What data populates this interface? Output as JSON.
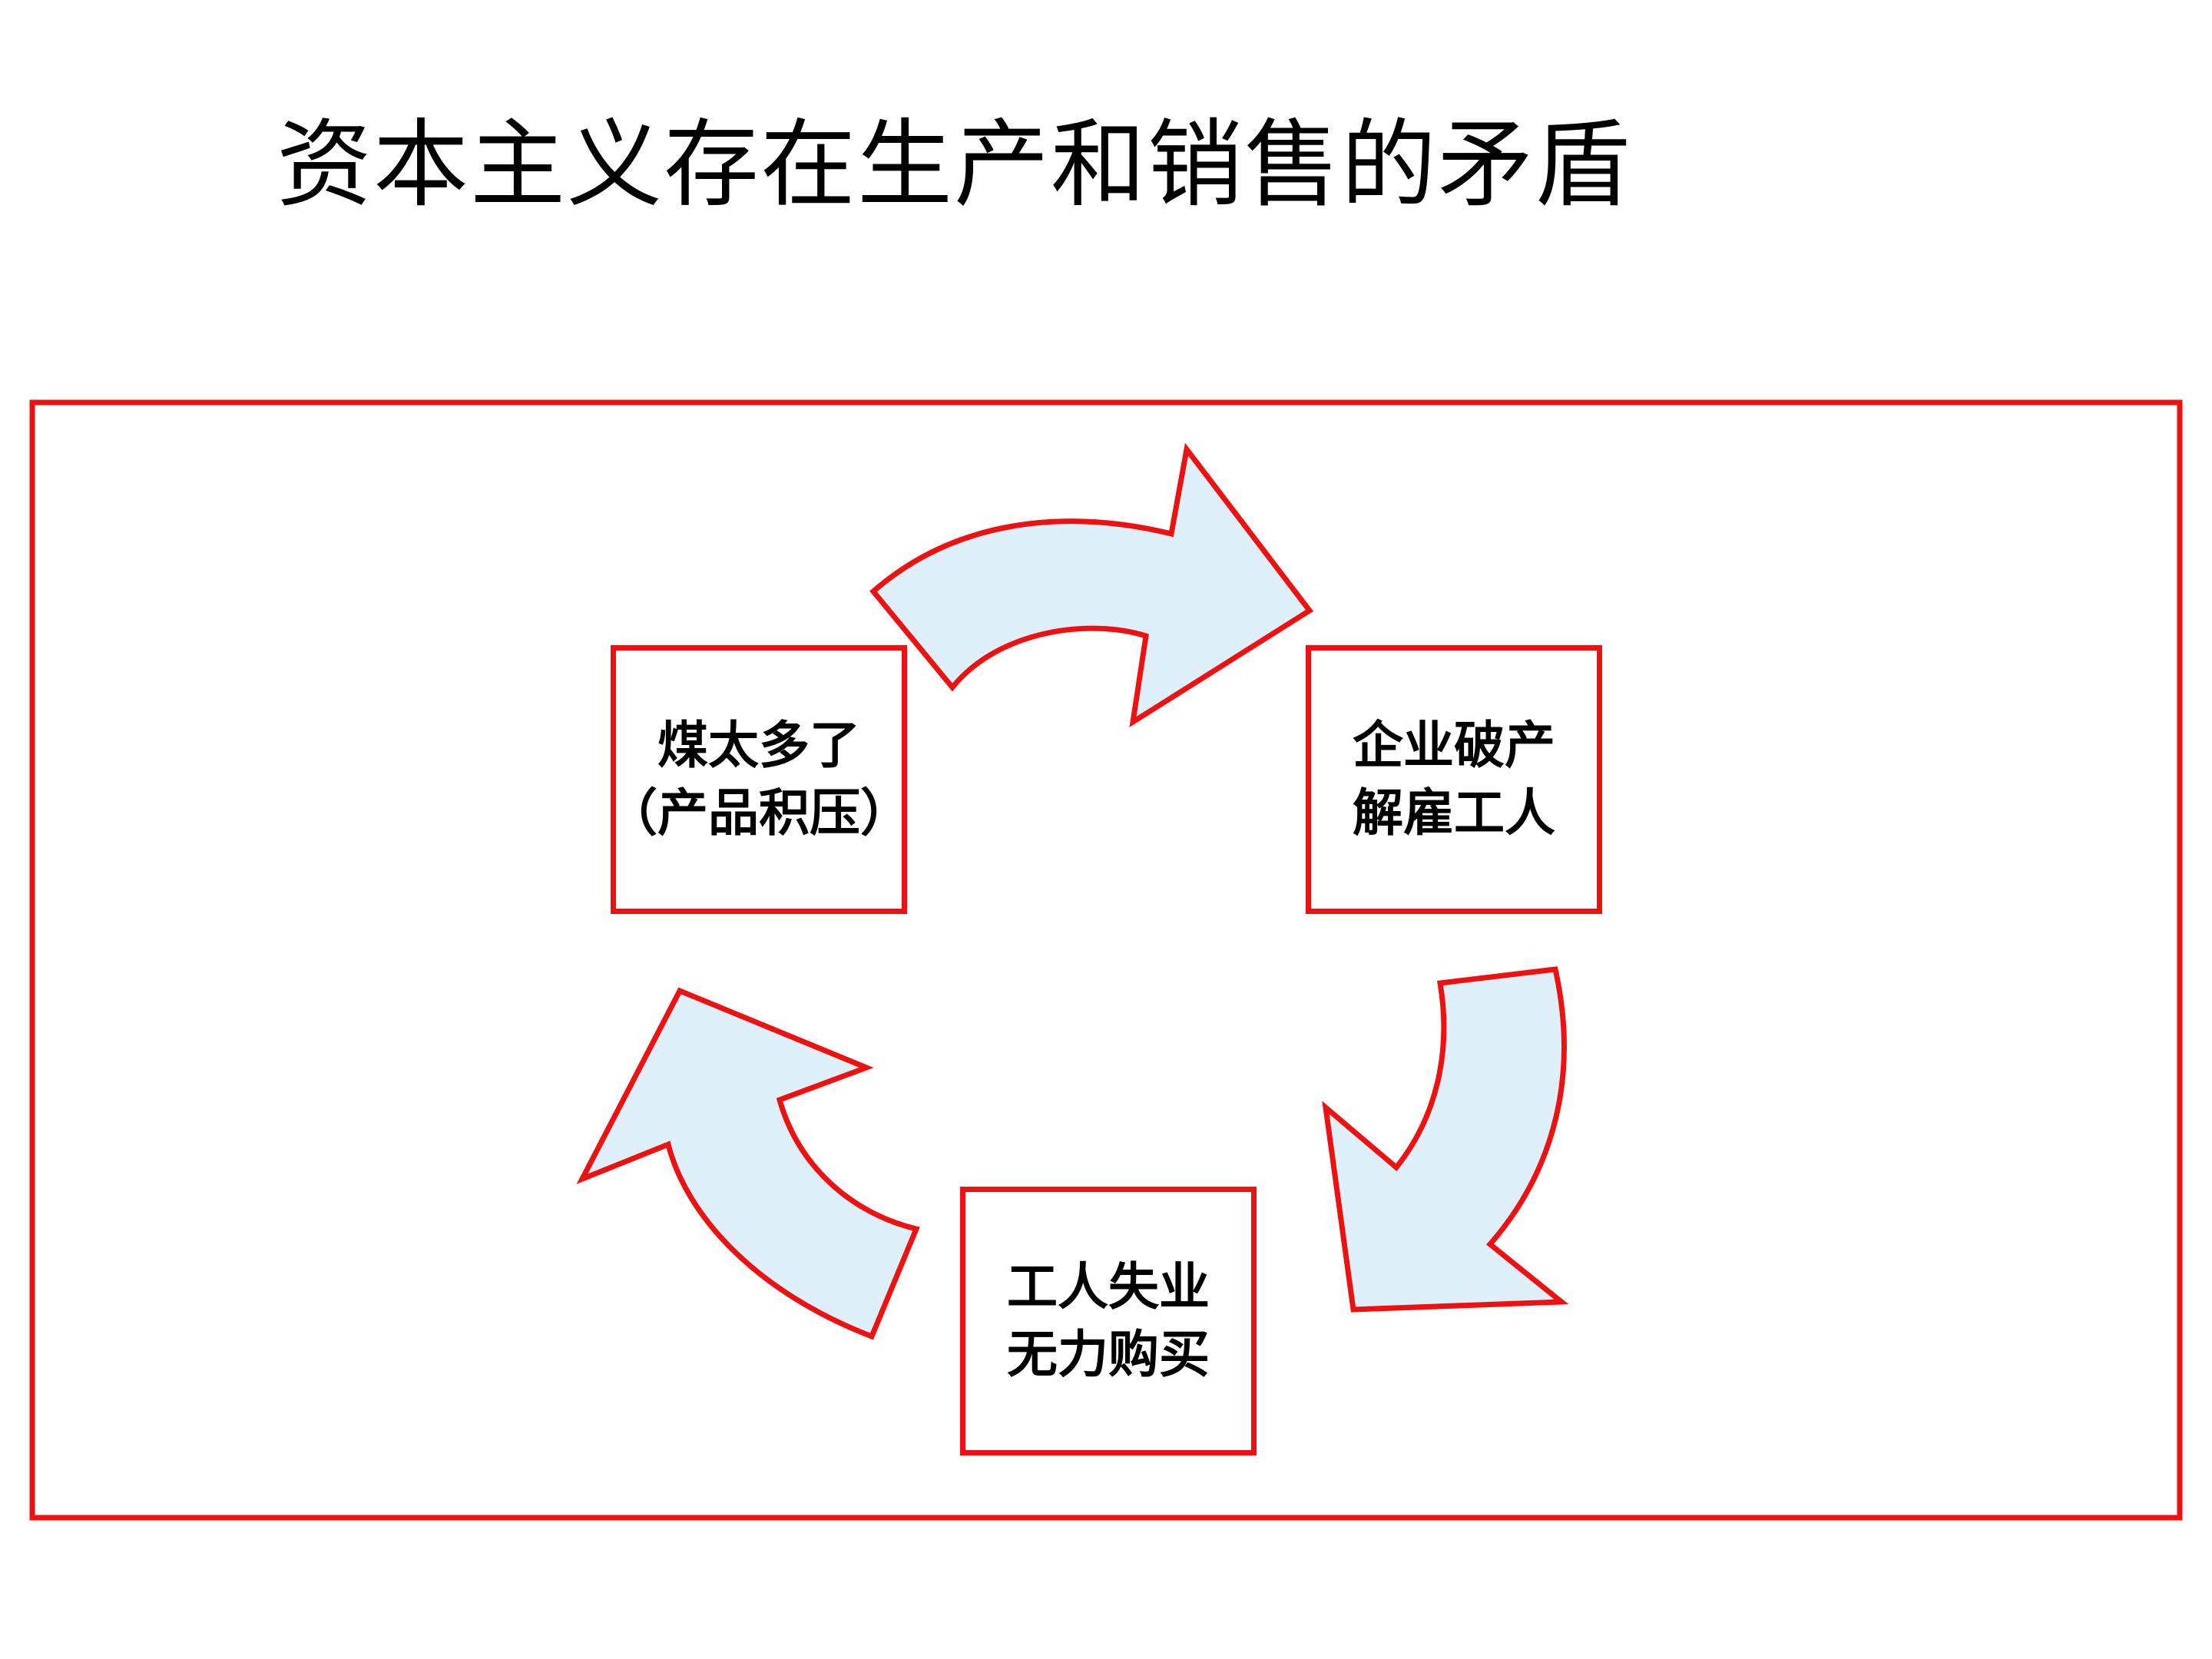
{
  "slide": {
    "title": "资本主义存在生产和销售的矛盾"
  },
  "colors": {
    "frame_border": "#ee1111",
    "box_border": "#ee1111",
    "arrow_fill": "#dff0fa",
    "arrow_stroke": "#ee1111",
    "text": "#000000",
    "background": "#ffffff"
  },
  "cycle": {
    "nodes": [
      {
        "id": "coal",
        "lines": [
          "煤太多了",
          "（产品积压）"
        ]
      },
      {
        "id": "bankrupt",
        "lines": [
          "企业破产",
          "解雇工人"
        ]
      },
      {
        "id": "unemployed",
        "lines": [
          "工人失业",
          "无力购买"
        ]
      }
    ],
    "arrows": [
      {
        "from": "coal",
        "to": "bankrupt",
        "direction": "clockwise"
      },
      {
        "from": "bankrupt",
        "to": "unemployed",
        "direction": "clockwise"
      },
      {
        "from": "unemployed",
        "to": "coal",
        "direction": "clockwise"
      }
    ]
  }
}
